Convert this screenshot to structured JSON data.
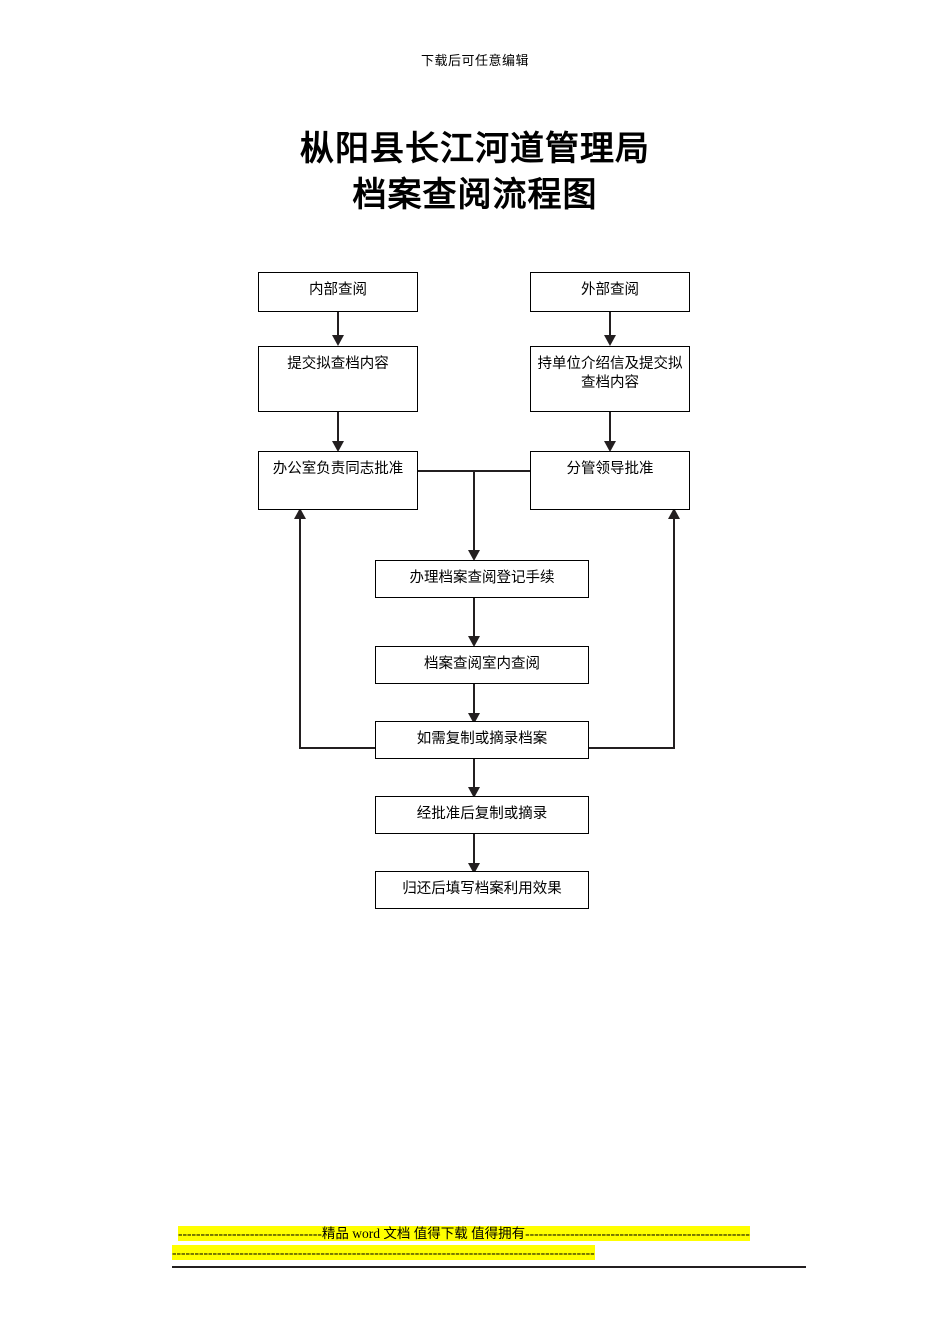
{
  "page": {
    "header_note": "下载后可任意编辑",
    "title_line_1": "枞阳县长江河道管理局",
    "title_line_2": "档案查阅流程图"
  },
  "flowchart": {
    "type": "flowchart",
    "orientation": "top-to-bottom",
    "nodes": [
      {
        "id": "internal-start",
        "label": "内部查阅",
        "column": "left",
        "row": 1
      },
      {
        "id": "external-start",
        "label": "外部查阅",
        "column": "right",
        "row": 1
      },
      {
        "id": "submit-internal",
        "label": "提交拟查档内容",
        "column": "left",
        "row": 2
      },
      {
        "id": "submit-external",
        "label": "持单位介绍信及提交拟查档内容",
        "column": "right",
        "row": 2
      },
      {
        "id": "office-approve",
        "label": "办公室负责同志批准",
        "column": "left",
        "row": 3
      },
      {
        "id": "leader-approve",
        "label": "分管领导批准",
        "column": "right",
        "row": 3
      },
      {
        "id": "register",
        "label": "办理档案查阅登记手续",
        "column": "center",
        "row": 4
      },
      {
        "id": "read-in-room",
        "label": "档案查阅室内查阅",
        "column": "center",
        "row": 5
      },
      {
        "id": "need-copy",
        "label": "如需复制或摘录档案",
        "column": "center",
        "row": 6
      },
      {
        "id": "copy-approved",
        "label": "经批准后复制或摘录",
        "column": "center",
        "row": 7
      },
      {
        "id": "return-feedback",
        "label": "归还后填写档案利用效果",
        "column": "center",
        "row": 8
      }
    ],
    "edges": [
      {
        "from": "internal-start",
        "to": "submit-internal",
        "kind": "arrow-down"
      },
      {
        "from": "external-start",
        "to": "submit-external",
        "kind": "arrow-down"
      },
      {
        "from": "submit-internal",
        "to": "office-approve",
        "kind": "arrow-down"
      },
      {
        "from": "submit-external",
        "to": "leader-approve",
        "kind": "arrow-down"
      },
      {
        "from": "office-approve",
        "to": "leader-approve",
        "kind": "line-horizontal"
      },
      {
        "from": "approval-join",
        "to": "register",
        "kind": "arrow-down"
      },
      {
        "from": "register",
        "to": "read-in-room",
        "kind": "arrow-down"
      },
      {
        "from": "read-in-room",
        "to": "need-copy",
        "kind": "arrow-down"
      },
      {
        "from": "need-copy",
        "to": "office-approve",
        "kind": "feedback-left-arrow-up"
      },
      {
        "from": "need-copy",
        "to": "leader-approve",
        "kind": "feedback-right-arrow-up"
      },
      {
        "from": "need-copy",
        "to": "copy-approved",
        "kind": "arrow-down"
      },
      {
        "from": "copy-approved",
        "to": "return-feedback",
        "kind": "arrow-down"
      }
    ]
  },
  "footer": {
    "line_1_dashes_left": "--------------------------------",
    "line_1_text": "精品 word 文档 值得下载 值得拥有",
    "line_1_dashes_right": "--------------------------------------------------",
    "line_2_dashes": "----------------------------------------------------------------------------------------------"
  },
  "colors": {
    "ink": "#231f20",
    "highlight": "#ffff00",
    "page_background": "#ffffff"
  }
}
